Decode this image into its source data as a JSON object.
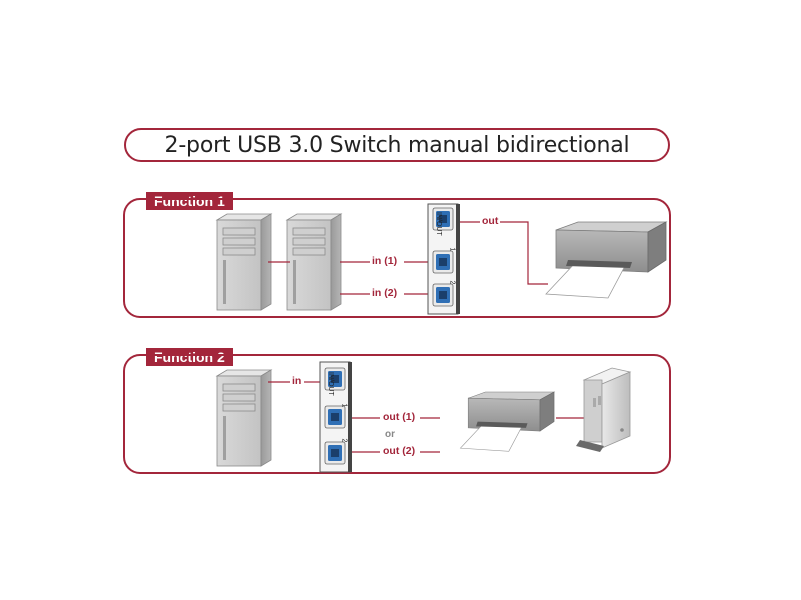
{
  "title": "2-port USB 3.0 Switch manual bidirectional",
  "function1": {
    "label": "Function 1",
    "switch_port_inout": "IN/OUT",
    "switch_port_1": "1",
    "switch_port_2": "2",
    "label_out": "out",
    "label_in1": "in (1)",
    "label_in2": "in (2)"
  },
  "function2": {
    "label": "Function 2",
    "switch_port_inout": "IN/OUT",
    "switch_port_1": "1",
    "switch_port_2": "2",
    "label_in": "in",
    "label_out1": "out (1)",
    "label_or": "or",
    "label_out2": "out (2)"
  },
  "colors": {
    "accent": "#a3263b",
    "usb_blue": "#2f6fb5",
    "device_gray": "#b9b9b9"
  },
  "icons": [
    "pc-tower-icon",
    "usb-switch-icon",
    "printer-icon",
    "external-hdd-icon"
  ]
}
